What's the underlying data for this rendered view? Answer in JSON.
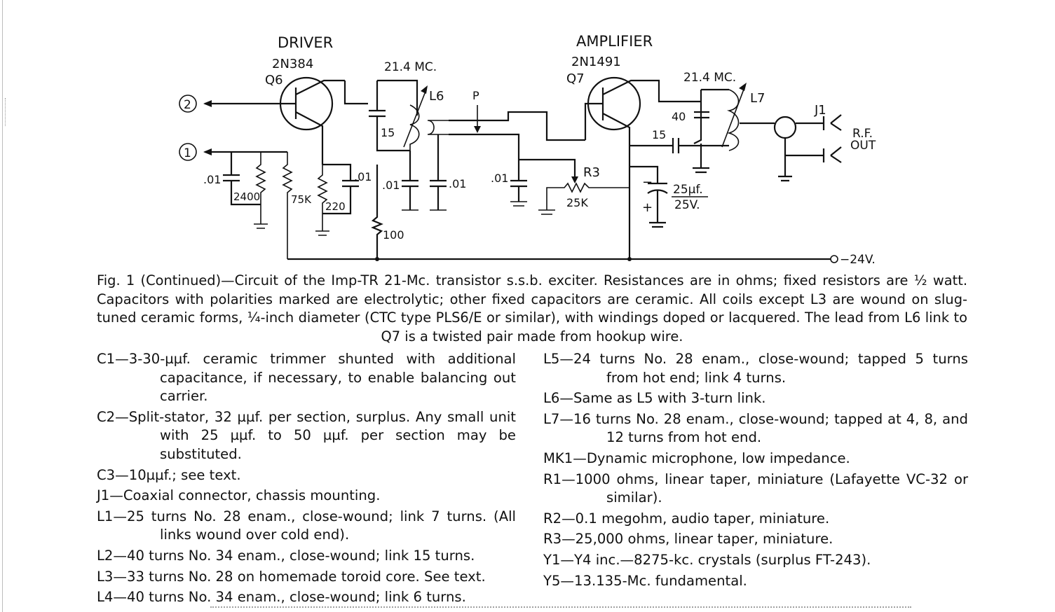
{
  "schematic": {
    "driver_title": "DRIVER",
    "driver_part": "2N384",
    "q6": "Q6",
    "amp_title": "AMPLIFIER",
    "amp_part": "2N1491",
    "q7": "Q7",
    "freq_l6": "21.4 MC.",
    "freq_l7": "21.4 MC.",
    "l6": "L6",
    "l7": "L7",
    "p": "P",
    "r3": "R3",
    "j1": "J1",
    "rf_out_1": "R.F.",
    "rf_out_2": "OUT",
    "terminal_2": "2",
    "terminal_1": "1",
    "supply": "−24V.",
    "c_01a": ".01",
    "r_2400": "2400",
    "r_75k": "75K",
    "r_220": "220",
    "c_01b": ".01",
    "c_15a": "15",
    "c_01c": ".01",
    "c_01d": ".01",
    "r_100": "100",
    "c_01e": ".01",
    "r_25k": "25K",
    "c_40": "40",
    "c_15b": "15",
    "elec_val": "25µf.",
    "elec_volt": "25V.",
    "plus": "+",
    "minus": "−"
  },
  "caption": "Fig. 1 (Continued)—Circuit of the Imp-TR 21-Mc. transistor s.s.b. exciter. Resistances are in ohms; fixed resistors are ½ watt. Capacitors with polarities marked are electrolytic; other fixed capacitors are ceramic. All coils except L3 are wound on slug-tuned ceramic forms, ¼-inch diameter (CTC type PLS6/E or similar), with windings doped or lacquered. The lead from L6 link to Q7 is a twisted pair made from hookup wire.",
  "parts_left": [
    "C1—3-30-µµf. ceramic trimmer shunted with additional capacitance, if necessary, to enable balancing out carrier.",
    "C2—Split-stator, 32 µµf. per section, surplus. Any small unit with 25 µµf. to 50 µµf. per section may be substituted.",
    "C3—10µµf.; see text.",
    "J1—Coaxial connector, chassis mounting.",
    "L1—25 turns No. 28 enam., close-wound; link 7 turns. (All links wound over cold end).",
    "L2—40 turns No. 34 enam., close-wound; link 15 turns.",
    "L3—33 turns No. 28 on homemade toroid core. See text.",
    "L4—40 turns No. 34 enam., close-wound; link 6 turns."
  ],
  "parts_right": [
    "L5—24 turns No. 28 enam., close-wound; tapped 5 turns from hot end; link 4 turns.",
    "L6—Same as L5 with 3-turn link.",
    "L7—16 turns No. 28 enam., close-wound; tapped at 4, 8, and 12 turns from hot end.",
    "MK1—Dynamic microphone, low impedance.",
    "R1—1000 ohms, linear taper, miniature (Lafayette VC-32 or similar).",
    "R2—0.1 megohm, audio taper, miniature.",
    "R3—25,000 ohms, linear taper, miniature.",
    "Y1—Y4 inc.—8275-kc. crystals (surplus FT-243).",
    "Y5—13.135-Mc. fundamental."
  ]
}
